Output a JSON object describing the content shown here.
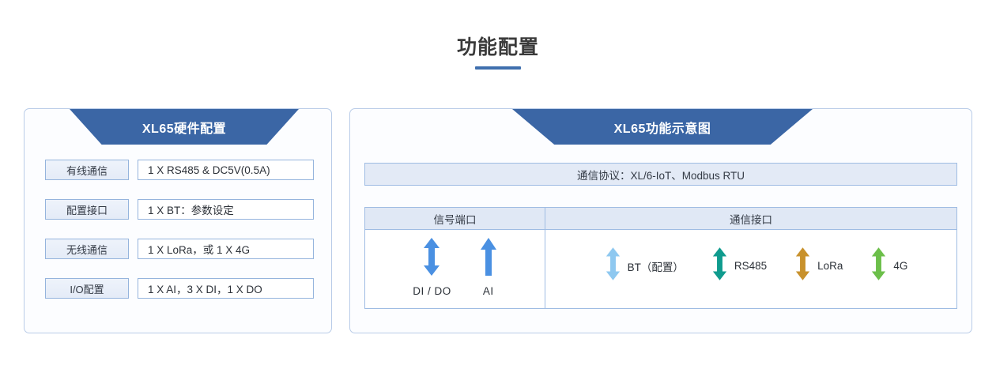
{
  "page": {
    "title": "功能配置",
    "accent_color": "#3f6fae",
    "banner_color": "#3b66a5",
    "panel_border_color": "#b9cce8"
  },
  "left_panel": {
    "banner_title": "XL65硬件配置",
    "rows": [
      {
        "label": "有线通信",
        "value": "1 X RS485 & DC5V(0.5A)"
      },
      {
        "label": "配置接口",
        "value": "1 X BT：参数设定"
      },
      {
        "label": "无线通信",
        "value": "1 X LoRa，或 1 X 4G"
      },
      {
        "label": "I/O配置",
        "value": "1 X AI，3 X DI，1 X DO"
      }
    ]
  },
  "right_panel": {
    "banner_title": "XL65功能示意图",
    "protocol_bar": "通信协议：XL/6-IoT、Modbus RTU",
    "table": {
      "headers": {
        "signal_port": "信号端口",
        "comm_port": "通信接口"
      },
      "signal_ports": [
        {
          "label": "DI / DO",
          "icon": "double-arrow-icon",
          "color": "#4a90e2",
          "direction": "both"
        },
        {
          "label": "AI",
          "icon": "up-arrow-icon",
          "color": "#4a90e2",
          "direction": "up"
        }
      ],
      "comm_ports": [
        {
          "label": "BT（配置）",
          "icon": "double-arrow-icon",
          "color": "#8ec8f0",
          "direction": "both"
        },
        {
          "label": "RS485",
          "icon": "double-arrow-icon",
          "color": "#0f9b8e",
          "direction": "both"
        },
        {
          "label": "LoRa",
          "icon": "double-arrow-icon",
          "color": "#c8912c",
          "direction": "both"
        },
        {
          "label": "4G",
          "icon": "double-arrow-icon",
          "color": "#6cbf4a",
          "direction": "both"
        }
      ]
    }
  }
}
